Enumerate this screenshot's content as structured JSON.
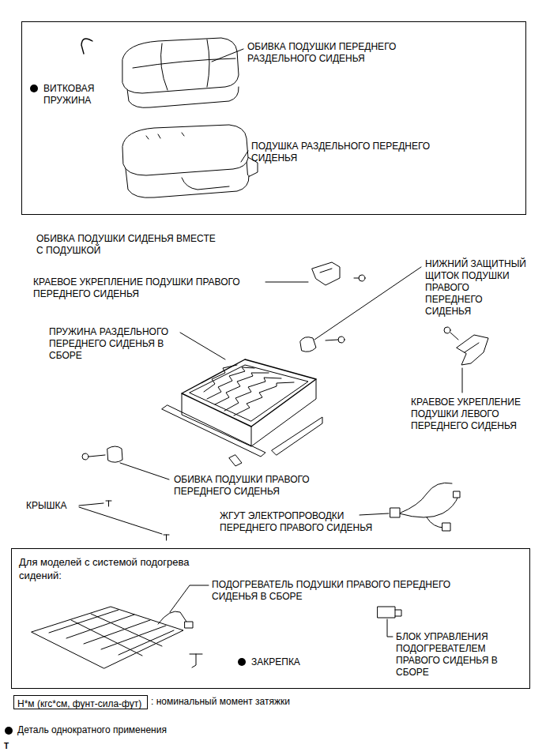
{
  "diagram": {
    "nodes": [
      {
        "text": [
          "ОБИВКА ПОДУШКИ СИДЕНЬЯ ВМЕСТЕ С ПОДУШКОЙ"
        ]
      },
      {
        "text": [
          "Для моделей с системой подогрева сидений:"
        ]
      },
      {
        "text": [
          "Н*м (кгс*см, фунт-сила-фут)"
        ]
      }
    ],
    "labels": [
      "ВИТКОВАЯ ПРУЖИНА",
      "ОБИВКА ПОДУШКИ ПЕРЕДНЕГО РАЗДЕЛЬНОГО СИДЕНЬЯ",
      "ПОДУШКА РАЗДЕЛЬНОГО ПЕРЕДНЕГО СИДЕНЬЯ",
      "НИЖНИЙ ЗАЩИТНЫЙ ЩИТОК ПОДУШКИ ПРАВОГО ПЕРЕДНЕГО СИДЕНЬЯ",
      "КРАЕВОЕ УКРЕПЛЕНИЕ ПОДУШКИ ПРАВОГО ПЕРЕДНЕГО СИДЕНЬЯ",
      "ПРУЖИНА РАЗДЕЛЬНОГО ПЕРЕДНЕГО СИДЕНЬЯ В СБОРЕ",
      "КРАЕВОЕ УКРЕПЛЕНИЕ ПОДУШКИ ЛЕВОГО ПЕРЕДНЕГО СИДЕНЬЯ",
      "ОБИВКА ПОДУШКИ ПРАВОГО ПЕРЕДНЕГО СИДЕНЬЯ",
      "КРЫШКА",
      "ЖГУТ ЭЛЕКТРОПРОВОДКИ ПЕРЕДНЕГО ПРАВОГО СИДЕНЬЯ",
      "ПОДОГРЕВАТЕЛЬ ПОДУШКИ ПРАВОГО ПЕРЕДНЕГО СИДЕНЬЯ В СБОРЕ",
      "БЛОК УПРАВЛЕНИЯ ПОДОГРЕВАТЕЛЕМ ПРАВОГО СИДЕНЬЯ В СБОРЕ",
      "ЗАКРЕПКА",
      "T"
    ],
    "legend": [
      {
        "text": ": номинальный момент затяжки"
      },
      {
        "text": "Деталь однократного применения"
      }
    ]
  }
}
